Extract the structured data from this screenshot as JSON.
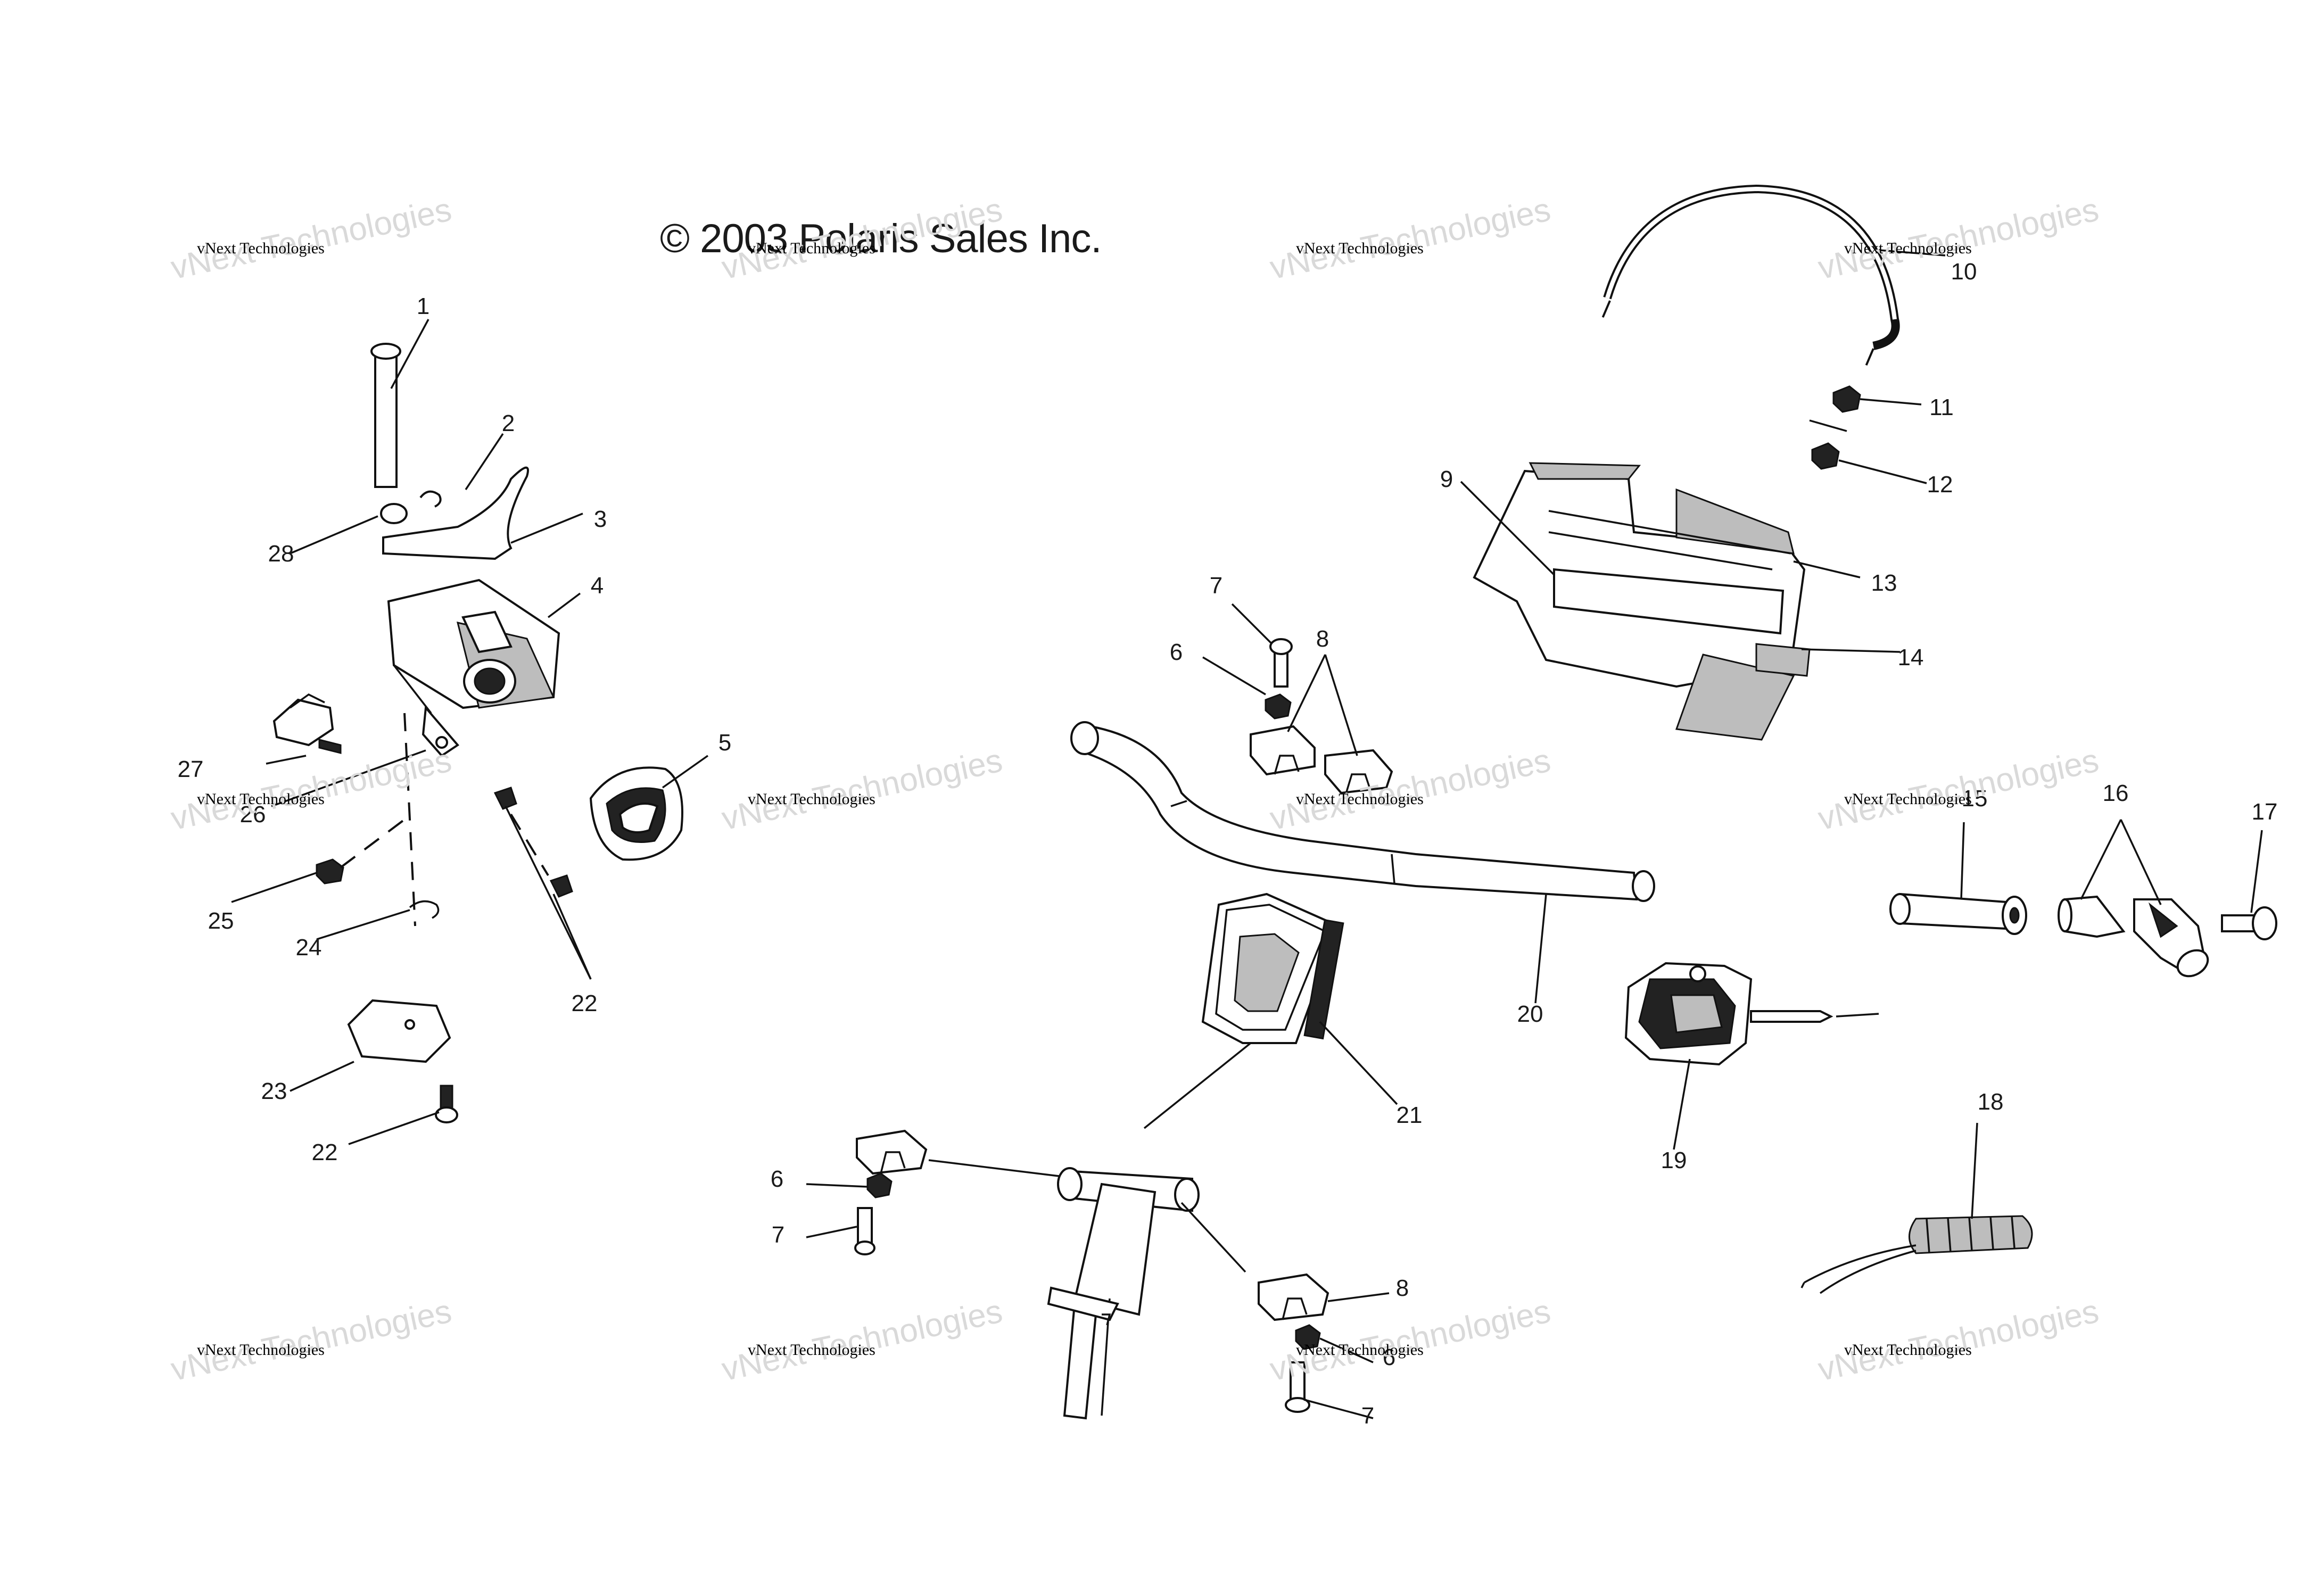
{
  "copyright": "© 2003 Polaris Sales Inc.",
  "watermark": {
    "line1": "vNext Technologies",
    "line2": "vNext Technologies"
  },
  "callouts": {
    "c1": "1",
    "c2": "2",
    "c3": "3",
    "c4": "4",
    "c5": "5",
    "c6a": "6",
    "c6b": "6",
    "c6c": "6",
    "c7a": "7",
    "c7b": "7",
    "c7c": "7",
    "c8a": "8",
    "c8b": "8",
    "c9": "9",
    "c10": "10",
    "c11": "11",
    "c12": "12",
    "c13": "13",
    "c14": "14",
    "c15": "15",
    "c16": "16",
    "c17": "17",
    "c18": "18",
    "c19": "19",
    "c20": "20",
    "c21": "21",
    "c22a": "22",
    "c22b": "22",
    "c23": "23",
    "c24": "24",
    "c25": "25",
    "c26": "26",
    "c27": "27",
    "c28": "28"
  }
}
